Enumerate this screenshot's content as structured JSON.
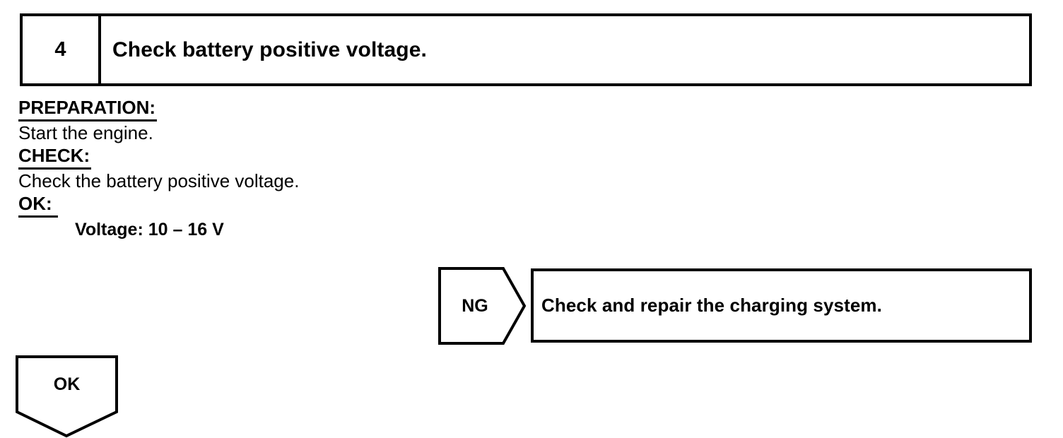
{
  "step": {
    "number": "4",
    "title": "Check battery positive voltage."
  },
  "details": {
    "preparation_label": "PREPARATION:",
    "preparation_text": "Start the engine.",
    "check_label": "CHECK:",
    "check_text": "Check the battery positive voltage.",
    "ok_label": "OK:",
    "spec_text": "Voltage: 10 – 16 V"
  },
  "branches": {
    "ng": {
      "tag": "NG",
      "action": "Check and repair the charging system."
    },
    "ok": {
      "tag": "OK"
    }
  },
  "colors": {
    "ink": "#000000",
    "paper": "#ffffff"
  }
}
